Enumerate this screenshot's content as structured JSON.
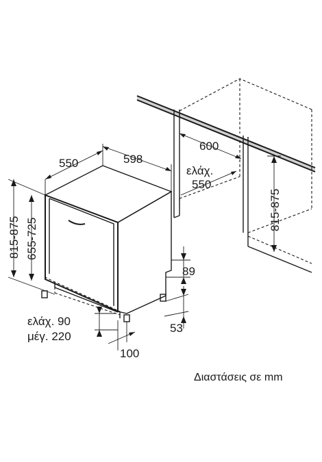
{
  "dimensions": {
    "depth": "550",
    "width": "598",
    "niche_width": "600",
    "niche_depth_min_prefix": "ελάχ.",
    "niche_depth_min": "550",
    "niche_height": "815-875",
    "overall_height": "815-875",
    "body_height": "655-725",
    "plinth_height": "89",
    "foot_height": "53",
    "plinth_depth": "100",
    "plinth_min": "ελάχ. 90",
    "plinth_max": "μέγ. 220"
  },
  "caption": "Διαστάσεις σε mm"
}
